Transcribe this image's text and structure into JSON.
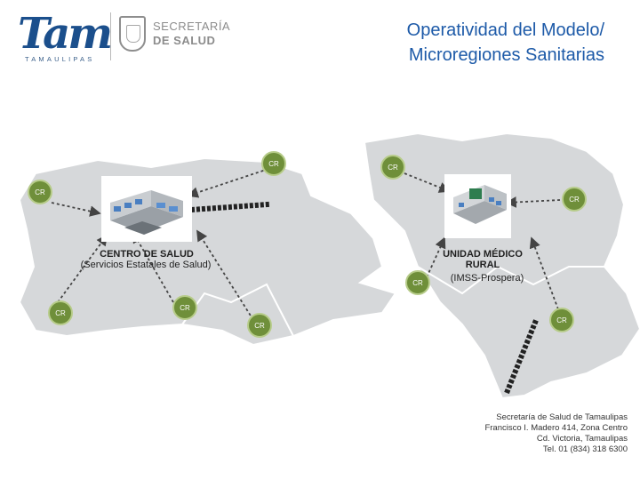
{
  "header": {
    "logo_text": "Tam",
    "logo_subtext": "TAMAULIPAS",
    "secretaria_line1": "SECRETARÍA",
    "secretaria_line2": "DE SALUD",
    "title_line1": "Operatividad del Modelo/",
    "title_line2": "Microregiones Sanitarias"
  },
  "colors": {
    "map_fill": "#d6d8da",
    "map_stroke": "#ffffff",
    "node_fill": "#6f8f3a",
    "node_stroke": "#b7cc8a",
    "arrow": "#444444",
    "title": "#1d5aa8"
  },
  "nodes": [
    {
      "label": "CR"
    },
    {
      "label": "CR"
    },
    {
      "label": "CR"
    },
    {
      "label": "CR"
    },
    {
      "label": "CR"
    },
    {
      "label": "CR"
    },
    {
      "label": "CR"
    },
    {
      "label": "CR"
    },
    {
      "label": "CR"
    }
  ],
  "center_left": {
    "name": "CENTRO DE SALUD",
    "subtitle": "(Servicios Estatales de Salud)",
    "icon": "health-center-building-icon"
  },
  "center_right": {
    "name_line1": "UNIDAD MÉDICO",
    "name_line2": "RURAL",
    "subtitle": "(IMSS-Prospera)",
    "icon": "imss-clinic-building-icon"
  },
  "footer": {
    "line1": "Secretaría de Salud de Tamaulipas",
    "line2": "Francisco I. Madero 414, Zona Centro",
    "line3": "Cd. Victoria, Tamaulipas",
    "line4": "Tel. 01 (834) 318 6300"
  }
}
